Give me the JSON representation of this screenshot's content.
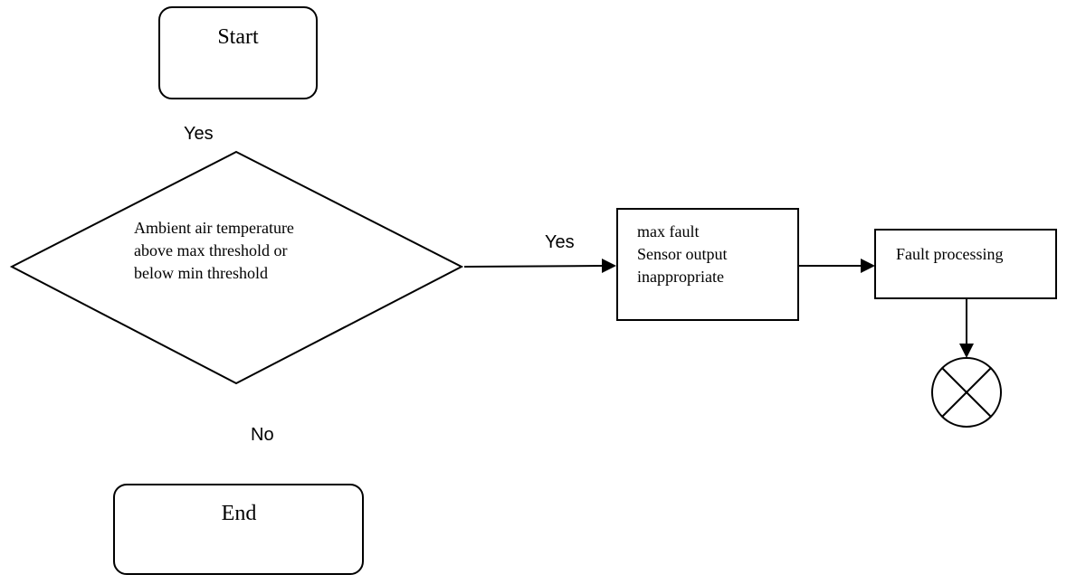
{
  "nodes": {
    "start": {
      "label": "Start"
    },
    "decision": {
      "lines": [
        "Ambient air temperature",
        "above max threshold or",
        "below min threshold"
      ]
    },
    "sensor_fault": {
      "lines": [
        "max fault",
        "Sensor output",
        "inappropriate"
      ]
    },
    "fault_processing": {
      "label": "Fault processing"
    },
    "end": {
      "label": "End"
    },
    "terminator": {
      "icon": "circle-x-icon"
    }
  },
  "edge_labels": {
    "top_yes": "Yes",
    "right_yes": "Yes",
    "bottom_no": "No"
  },
  "colors": {
    "stroke": "#000000",
    "background": "#ffffff"
  }
}
